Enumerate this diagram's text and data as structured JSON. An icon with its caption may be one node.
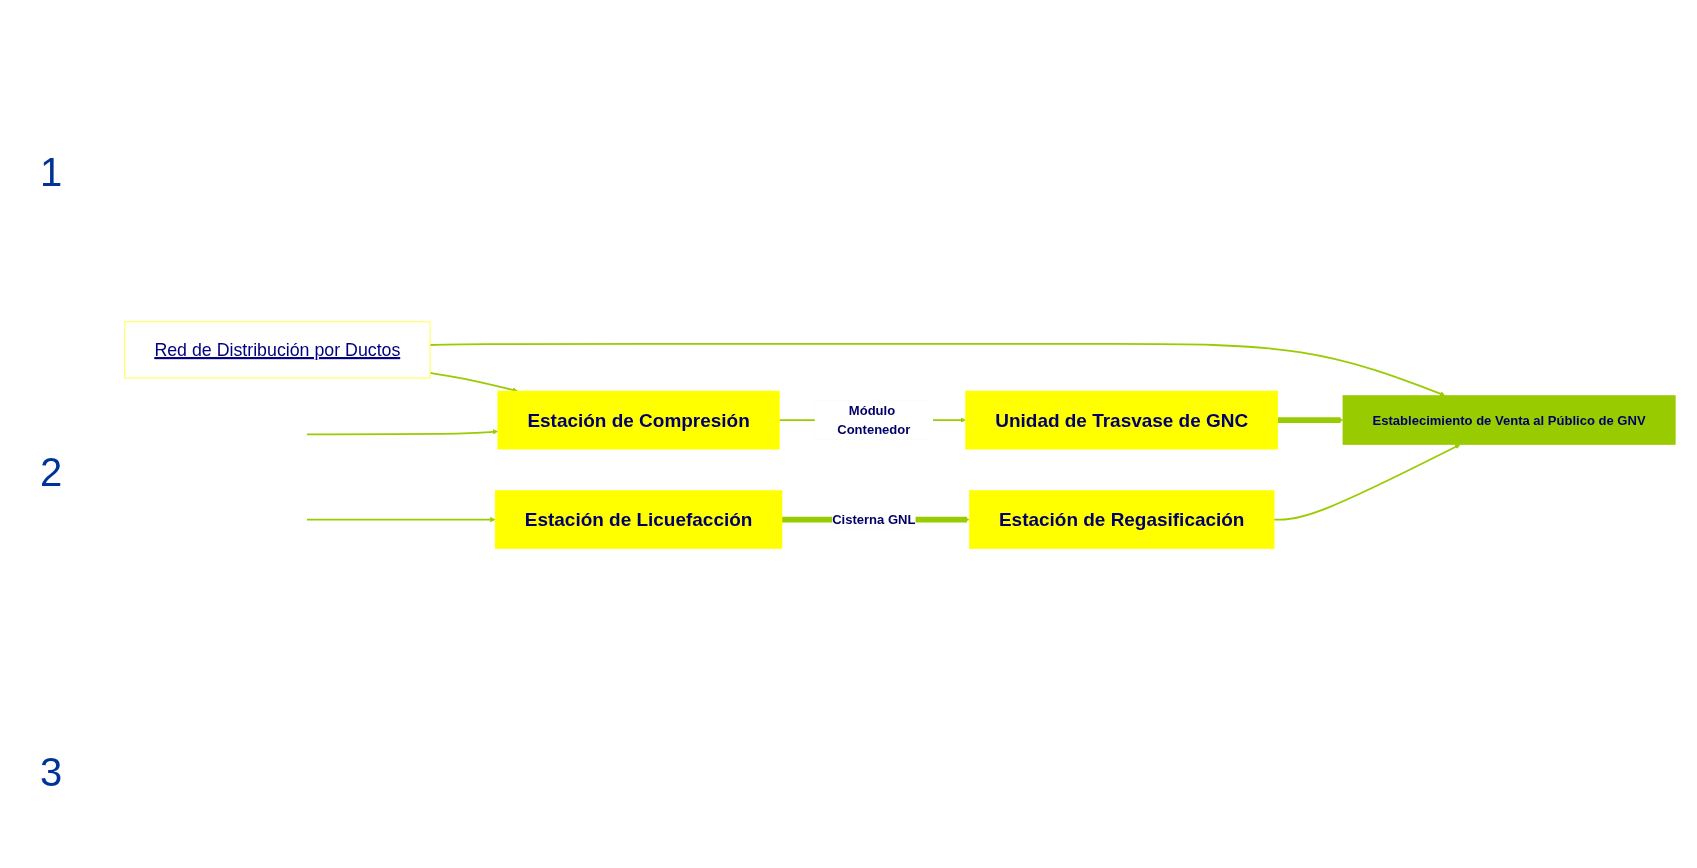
{
  "diagram": {
    "nodes": [
      {
        "text": [
          "Red de Distribución por Ductos"
        ]
      },
      {
        "text": [
          "Estación de Compresión"
        ]
      },
      {
        "text": [
          "Unidad de Trasvase de GNC"
        ]
      },
      {
        "text": [
          "Establecimiento de Venta al Público de GNV"
        ]
      },
      {
        "text": [
          "Estación de Licuefacción"
        ]
      },
      {
        "text": [
          "Estación de Regasificación"
        ]
      }
    ],
    "edges": [
      {
        "from": 0,
        "to": 1,
        "arrow": "to"
      },
      {
        "from": 0,
        "to": 3,
        "arrow": "to"
      },
      {
        "from": null,
        "to": 1,
        "arrow": "to"
      },
      {
        "from": 1,
        "to": 2,
        "arrow": "to",
        "label": "Módulo Contenedor"
      },
      {
        "from": 2,
        "to": 3,
        "arrow": "to",
        "style": "thick"
      },
      {
        "from": null,
        "to": 4,
        "arrow": "to"
      },
      {
        "from": 4,
        "to": 5,
        "arrow": "to",
        "label": "Cisterna GNL",
        "style": "thick"
      },
      {
        "from": 5,
        "to": 3,
        "arrow": "to"
      }
    ],
    "labels": [
      "1",
      "2",
      "3"
    ]
  }
}
